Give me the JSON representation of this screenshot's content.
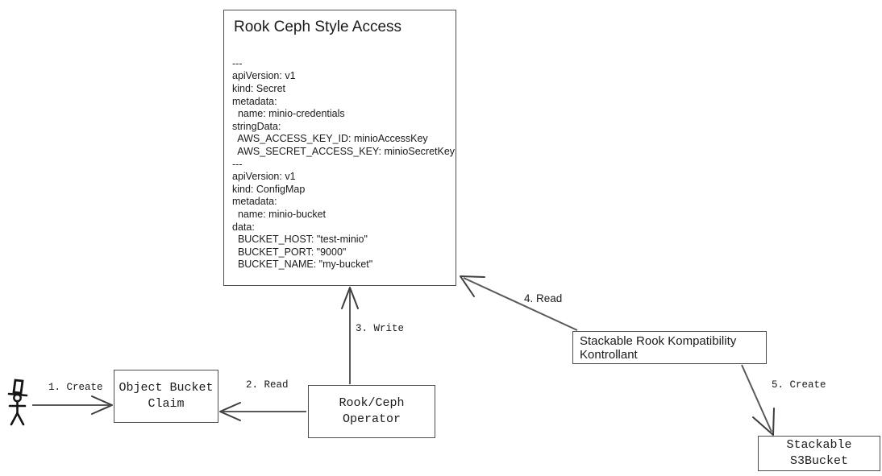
{
  "diagram": {
    "title_card": {
      "heading": "Rook Ceph Style Access",
      "yaml": "---\napiVersion: v1\nkind: Secret\nmetadata:\n  name: minio-credentials\nstringData:\n  AWS_ACCESS_KEY_ID: minioAccessKey\n  AWS_SECRET_ACCESS_KEY: minioSecretKey\n---\napiVersion: v1\nkind: ConfigMap\nmetadata:\n  name: minio-bucket\ndata:\n  BUCKET_HOST: \"test-minio\"\n  BUCKET_PORT: \"9000\"\n  BUCKET_NAME: \"my-bucket\""
    },
    "nodes": [
      {
        "id": "actor",
        "label": "",
        "kind": "stick-figure-with-top-hat"
      },
      {
        "id": "obc",
        "label": "Object Bucket\nClaim",
        "kind": "box-mono"
      },
      {
        "id": "operator",
        "label": "Rook/Ceph Operator",
        "kind": "box-mono"
      },
      {
        "id": "srkk",
        "label": "Stackable Rook Kompatibility Kontrollant",
        "kind": "box-sans"
      },
      {
        "id": "s3bucket",
        "label": "Stackable S3Bucket",
        "kind": "box-mono"
      }
    ],
    "edges": [
      {
        "id": "e1",
        "label": "1. Create",
        "from": "actor",
        "to": "obc",
        "font": "mono"
      },
      {
        "id": "e2",
        "label": "2. Read",
        "from": "operator",
        "to": "obc",
        "font": "mono"
      },
      {
        "id": "e3",
        "label": "3. Write",
        "from": "operator",
        "to": "title_card",
        "font": "mono"
      },
      {
        "id": "e4",
        "label": "4. Read",
        "from": "srkk",
        "to": "title_card",
        "font": "sans"
      },
      {
        "id": "e5",
        "label": "5. Create",
        "from": "srkk",
        "to": "s3bucket",
        "font": "mono"
      }
    ],
    "colors": {
      "stroke": "#4d4d4d",
      "text": "#1a1a1a",
      "background": "#ffffff",
      "arrow": "#595959"
    }
  }
}
